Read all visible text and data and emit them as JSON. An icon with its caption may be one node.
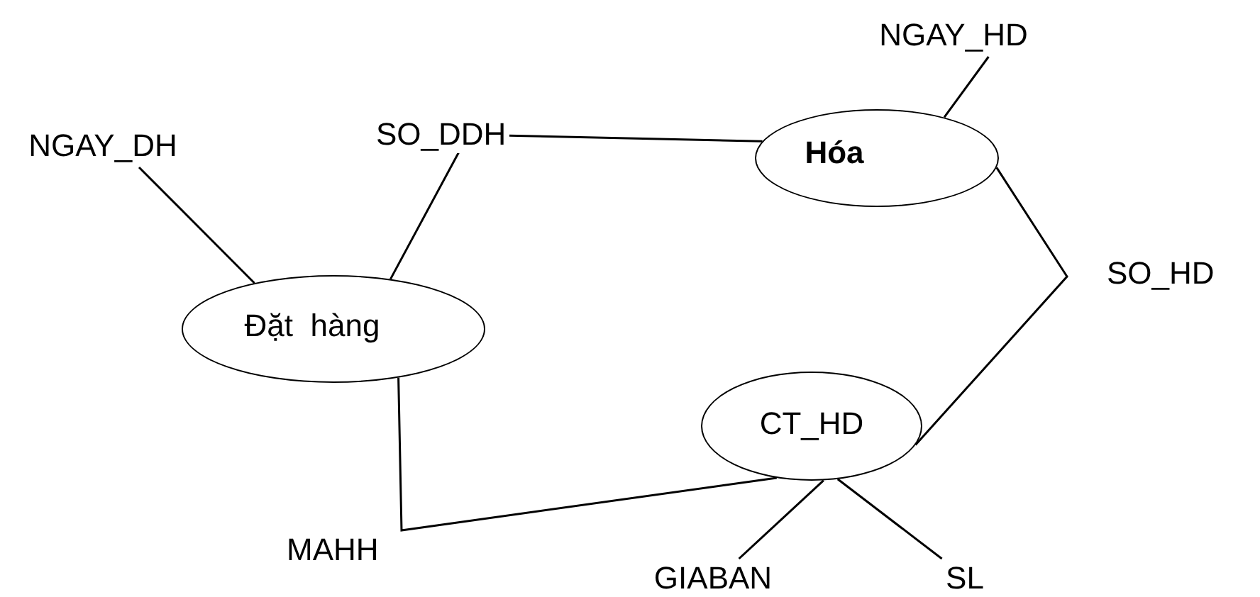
{
  "diagram": {
    "nodes": [
      {
        "text": [
          "NGAY_DH"
        ]
      },
      {
        "text": [
          "NGAY_HD"
        ]
      },
      {
        "text": [
          "Hóa"
        ]
      },
      {
        "text": [
          "Đặt  hàng"
        ]
      },
      {
        "text": [
          "CT_HD"
        ]
      },
      {
        "text": [
          "GIABAN"
        ]
      },
      {
        "text": [
          "SL"
        ]
      }
    ],
    "edges": [
      {
        "from": 0,
        "to": 3,
        "arrow": "none"
      },
      {
        "from": 3,
        "to": 2,
        "arrow": "none",
        "label": "SO_DDH"
      },
      {
        "from": 1,
        "to": 2,
        "arrow": "none"
      },
      {
        "from": 2,
        "to": 4,
        "arrow": "none",
        "label": "SO_HD"
      },
      {
        "from": 3,
        "to": 4,
        "arrow": "none",
        "label": "MAHH"
      },
      {
        "from": 4,
        "to": 5,
        "arrow": "none"
      },
      {
        "from": 4,
        "to": 6,
        "arrow": "none"
      }
    ]
  }
}
